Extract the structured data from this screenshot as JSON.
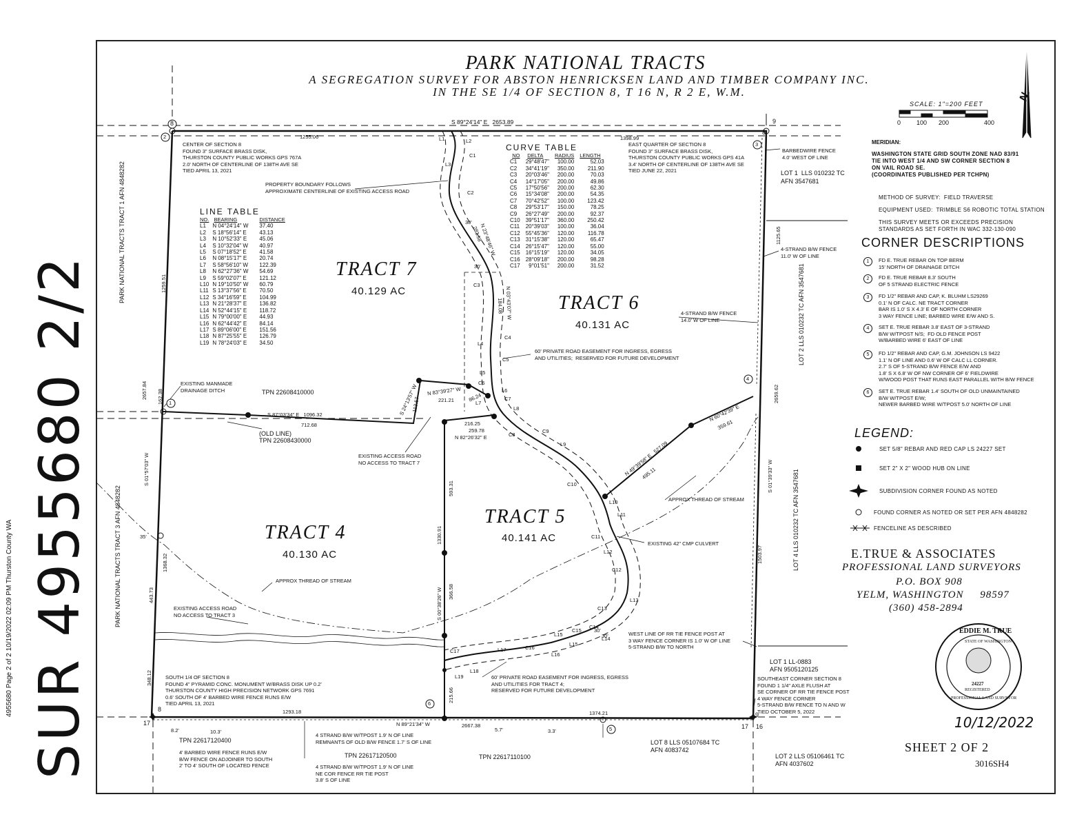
{
  "recording_stamp": "4955680  Page 2 of 2 10/19/2022 02:09 PM Thurston County WA",
  "handwritten_ref": "SUR 4955680 2/2",
  "header": {
    "title": "PARK NATIONAL TRACTS",
    "subtitle1": "A SEGREGATION SURVEY FOR ABSTON HENRICKSEN LAND AND TIMBER COMPANY INC.",
    "subtitle2": "IN THE SE 1/4 OF SECTION 8, T 16 N, R 2 E, W.M."
  },
  "scale": {
    "label": "SCALE: 1\"=200 FEET",
    "ticks": [
      "0",
      "100",
      "200",
      "400"
    ],
    "north_label": "N."
  },
  "meridian": {
    "heading": "MERIDIAN:",
    "text": "WASHINGTON STATE GRID SOUTH ZONE NAD 83/91\nTIE INTO WEST 1/4 AND SW CORNER SECTION 8\nON VAIL ROAD SE.\n(COORDINATES PUBLISHED PER TCHPN)"
  },
  "survey_info": {
    "method": "METHOD OF SURVEY:  FIELD TRAVERSE",
    "equipment": "EQUIPMENT USED:  TRIMBLE S6 ROBOTIC TOTAL STATION",
    "standard": "THIS SURVEY MEETS OR EXCEEDS PRECISION\nSTANDARDS AS SET FORTH IN WAC 332-130-090"
  },
  "corner_descriptions": {
    "title": "CORNER DESCRIPTIONS",
    "items": [
      {
        "num": "1",
        "text": "FD E. TRUE REBAR ON TOP BERM\n15' NORTH OF DRAINAGE DITCH"
      },
      {
        "num": "2",
        "text": "FD E. TRUE REBAR 8.3' SOUTH\nOF 5 STRAND ELECTRIC FENCE"
      },
      {
        "num": "3",
        "text": "FD 1/2\" REBAR AND CAP, K. BLUHM LS29269\n0.1' N OF CALC. NE TRACT CORNER\nBAR IS 1.0' S X 4.3' E OF NORTH CORNER\n3 WAY FENCE LINE; BARBED WIRE E/W AND S."
      },
      {
        "num": "4",
        "text": "SET E. TRUE REBAR 3.8' EAST OF 3-STRAND\nB/W W/TPOST N/S;  FD OLD FENCE POST\nW/BARBED WIRE 6' EAST OF LINE"
      },
      {
        "num": "5",
        "text": "FD 1/2\" REBAR AND CAP, G.M. JOHNSON LS 9422\n1.1' N OF LINE AND 0.6' W OF CALC LL CORNER.\n2.7' S OF 5-STRAND B/W FENCE E/W AND\n1.8' S X 6.8' W OF NW CORNER OF 6' FIELDWIRE\nW/WOOD POST THAT RUNS EAST PARALLEL WITH B/W FENCE"
      },
      {
        "num": "6",
        "text": "SET E. TRUE REBAR 1.4' SOUTH OF OLD UNMAINTAINED\nB/W W/TPOST E/W;\nNEWER BARBED WIRE W/TPOST 5.0' NORTH OF LINE"
      }
    ]
  },
  "legend": {
    "title": "LEGEND:",
    "items": [
      "SET 5/8\" REBAR AND RED CAP LS 24227 SET",
      "SET 2\" X 2\" WOOD HUB ON LINE",
      "SUBDIVISION CORNER FOUND AS NOTED",
      "FOUND CORNER AS NOTED OR SET PER AFN 4848282",
      "FENCELINE AS DESCRIBED"
    ]
  },
  "company": {
    "name": "E.TRUE & ASSOCIATES",
    "line1": "PROFESSIONAL LAND SURVEYORS",
    "line2": "P.O. BOX 908",
    "line3": "YELM, WASHINGTON     98597",
    "line4": "(360) 458-2894"
  },
  "seal": {
    "name": "EDDIE M. TRUE",
    "state": "STATE OF WASHINGTON",
    "number": "24227",
    "registered": "REGISTERED",
    "profession": "PROFESSIONAL LAND SURVEYOR",
    "date": "10/12/2022"
  },
  "sheet": {
    "label": "SHEET 2 OF 2",
    "code": "3016SH4"
  },
  "tracts": [
    {
      "name": "TRACT 7",
      "area": "40.129 AC"
    },
    {
      "name": "TRACT 6",
      "area": "40.131 AC"
    },
    {
      "name": "TRACT 5",
      "area": "40.141 AC"
    },
    {
      "name": "TRACT 4",
      "area": "40.130 AC"
    }
  ],
  "line_table": {
    "title": "LINE TABLE",
    "headers": [
      "NO.",
      "BEARING",
      "DISTANCE"
    ],
    "rows": [
      [
        "L1",
        "N 04°24'14\" W",
        "37.40"
      ],
      [
        "L2",
        "S 18°56'14\" E",
        "43.13"
      ],
      [
        "L3",
        "N 10°52'33\" E",
        "45.06"
      ],
      [
        "L4",
        "S 10°32'04\" W",
        "40.97"
      ],
      [
        "L5",
        "S 07°18'52\" E",
        "41.58"
      ],
      [
        "L6",
        "N 08°15'17\" E",
        "20.74"
      ],
      [
        "L7",
        "S 58°56'10\" W",
        "122.39"
      ],
      [
        "L8",
        "N 62°27'36\" W",
        "54.69"
      ],
      [
        "L9",
        "S 59°02'07\" E",
        "121.12"
      ],
      [
        "L10",
        "N 19°10'50\" W",
        "60.79"
      ],
      [
        "L11",
        "S 13°37'56\" E",
        "70.50"
      ],
      [
        "L12",
        "S 34°16'59\" E",
        "104.99"
      ],
      [
        "L13",
        "N 21°28'37\" E",
        "136.82"
      ],
      [
        "L14",
        "N 52°44'15\" E",
        "118.72"
      ],
      [
        "L15",
        "N 79°00'00\" E",
        "44.93"
      ],
      [
        "L16",
        "N 62°44'42\" E",
        "84.14"
      ],
      [
        "L17",
        "S 89°06'00\" E",
        "151.56"
      ],
      [
        "L18",
        "N 87°25'55\" E",
        "126.79"
      ],
      [
        "L19",
        "N 78°24'03\" E",
        "34.50"
      ]
    ]
  },
  "curve_table": {
    "title": "CURVE TABLE",
    "headers": [
      "NO",
      "DELTA",
      "RADIUS",
      "LENGTH"
    ],
    "rows": [
      [
        "C1",
        "29°48'47\"",
        "100.00",
        "52.03"
      ],
      [
        "C2",
        "34°41'19\"",
        "350.00",
        "211.90"
      ],
      [
        "C3",
        "20°03'46\"",
        "200.00",
        "70.03"
      ],
      [
        "C4",
        "14°17'05\"",
        "200.00",
        "49.86"
      ],
      [
        "C5",
        "17°50'56\"",
        "200.00",
        "62.30"
      ],
      [
        "C6",
        "15°34'08\"",
        "200.00",
        "54.35"
      ],
      [
        "C7",
        "70°42'52\"",
        "100.00",
        "123.42"
      ],
      [
        "C8",
        "29°53'17\"",
        "150.00",
        "78.25"
      ],
      [
        "C9",
        "26°27'49\"",
        "200.00",
        "92.37"
      ],
      [
        "C10",
        "39°51'17\"",
        "360.00",
        "250.42"
      ],
      [
        "C11",
        "20°39'03\"",
        "100.00",
        "36.04"
      ],
      [
        "C12",
        "55°45'36\"",
        "120.00",
        "116.78"
      ],
      [
        "C13",
        "31°15'38\"",
        "120.00",
        "65.47"
      ],
      [
        "C14",
        "26°15'47\"",
        "120.00",
        "55.00"
      ],
      [
        "C15",
        "16°15'19\"",
        "120.00",
        "34.05"
      ],
      [
        "C16",
        "28°09'18\"",
        "200.00",
        "98.28"
      ],
      [
        "C17",
        "9°01'51\"",
        "200.00",
        "31.52"
      ]
    ]
  },
  "notes": {
    "center_sec": "CENTER OF SECTION 8\nFOUND 3\" SURFACE BRASS DISK,\nTHURSTON COUNTY PUBLIC WORKS GPS 767A\n2.0' NORTH OF CENTERLINE OF 138TH AVE SE\nTIED APRIL 13, 2021",
    "east_quarter": "EAST QUARTER OF SECTION 8\nFOUND 3\" SURFACE BRASS DISK,\nTHURSTON COUNTY PUBLIC WORKS GPS 41A\n3.4' NORTH OF CENTERLINE OF 138TH AVE SE\nTIED JUNE 22, 2021",
    "property_boundary": "PROPERTY BOUNDARY FOLLOWS\nAPPROXIMATE CENTERLINE OF EXISTING ACCESS ROAD",
    "barbed_fence": "BARBEDWIRE FENCE\n4.0' WEST OF LINE",
    "fence_11": "4-STRAND B/W FENCE\n11.0' W OF LINE",
    "fence_14": "4-STRAND B/W FENCE\n14.0' W OF LINE",
    "easement_north": "60' PRIVATE ROAD EASEMENT FOR INGRESS, EGRESS\nAND UTILITIES;  RESERVED FOR FUTURE DEVELOPMENT",
    "drainage": "EXISTING MANMADE\nDRAINAGE DITCH",
    "tpn1": "TPN 22608410000",
    "old_line": "(OLD LINE)",
    "tpn2": "TPN 22608430000",
    "access_no7": "EXISTING ACCESS ROAD\nNO ACCESS TO TRACT 7",
    "stream_east": "APPROX THREAD OF STREAM",
    "culvert": "EXISTING 42\" CMP CULVERT",
    "stream_west": "APPROX THREAD OF STREAM",
    "access_no3": "EXISTING ACCESS ROAD\nNO ACCESS TO TRACT 3",
    "south_quarter": "SOUTH 1/4 OF SECTION 8\nFOUND 4\" PYRAMID CONC. MONUMENT W/BRASS DISK UP 0.2'\nTHURSTON COUNTY HIGH PRECISION NETWORK GPS 7691\n0.6' SOUTH OF 4' BARBED WIRE FENCE RUNS E/W\nTIED APRIL 13, 2021",
    "easement_south": "60' PRIVATE ROAD EASEMENT FOR INGRESS, EGRESS\nAND UTILITIES FOR TRACT 4;\nRESERVED FOR FUTURE DEVELOPMENT",
    "rr_tie": "WEST LINE OF RR TIE FENCE POST AT\n3 WAY FENCE CORNER IS 1.0' W OF LINE\n5-STRAND B/W TO NORTH",
    "lot1_ll": "LOT 1 LL-0883\nAFN 9505120125",
    "se_corner": "SOUTHEAST CORNER SECTION 8\nFOUND 1 1/4\" AXLE FLUSH AT\nSE CORNER OF RR TIE FENCE POST\n4 WAY FENCE CORNER\n5-STRAND B/W FENCE TO N AND W\nTIED OCTOBER 5, 2022",
    "lot1_lls": "LOT 1  LLS 010232 TC\nAFN 3547681",
    "tpn_sw": "TPN 22617120400",
    "fence_sw": "4' BARBED WIRE FENCE RUNS E/W\nB/W FENCE ON ADJOINER TO SOUTH\n2' TO 4' SOUTH OF LOCATED FENCE",
    "fence_mid": "4 STRAND B/W W/TPOST 1.9' N OF LINE\nREMNANTS OF OLD B/W FENCE 1.7' S OF LINE",
    "tpn_s2": "TPN 22617120500",
    "fence_mid2": "4 STRAND B/W W/TPOST 1.9' N OF LINE\nNE COR FENCE RR TIE POST\n3.8' S OF LINE",
    "tpn_s3": "TPN 22617110100",
    "lot8": "LOT 8 LLS 05107684 TC\nAFN 4083742",
    "lot2_s": "LOT 2 LLS 05106461 TC\nAFN 4037602",
    "park_t1": "PARK NATIONAL TRACTS\nTRACT 1\nAFN 4848282",
    "park_t3": "PARK NATIONAL TRACTS\nTRACT 3\nAFN 4848282",
    "lot2_e": "LOT 2  LLS 010232 TC\nAFN 3547681",
    "lot4_e": "LOT 4  LLS 010232 TC\nAFN 3547681"
  },
  "dims": {
    "north_line": "S 89°24'14\" E   2653.89",
    "d1255": "1255.06",
    "d1398": "1398.99",
    "d1259": "1259.51",
    "d2657": "2657.84",
    "d162": "162.38",
    "d1368": "1368.32",
    "d443": "443.73",
    "d348": "348.12",
    "west_brg": "S 01°57'03\" W",
    "d35": "35'",
    "d1096": "S 87°03'34\" E   1096.32",
    "d712": "712.68",
    "d113": "113.57",
    "brg_24": "S 24°13'57\" W",
    "brg_83": "N 83°39'27\" W",
    "d221": "221.21",
    "d86": "86.24",
    "d216": "216.25",
    "d259": "259.78",
    "brg_82": "N 82°26'32\" E",
    "d593": "593.31",
    "d1330": "1330.91",
    "d366": "366.58",
    "d215": "215.66",
    "brg_s00": "S 00°38'26\" W",
    "brg_23": "N 23°48'46\" W",
    "d283": "283.58",
    "brg_03": "N 03°43'07\" W",
    "d184": "184.08",
    "brg_49": "N 49°39'58\" E   527.09",
    "d495": "495.11",
    "brg_60": "N 60°42'39\" E",
    "d359": "359.61",
    "d1125": "1125.65",
    "d2659": "2659.62",
    "east_brg": "S 01°39'33\" W",
    "d1503": "1503.97",
    "south_brg": "N 89°21'34\" W",
    "d2667": "2667.38",
    "d1293": "1293.18",
    "d1374": "1374.21",
    "d82": "8.2'",
    "d103": "10.3'",
    "d57": "5.7'",
    "d33": "3.3'",
    "d30a": "30'",
    "d30b": "30'",
    "d30c": "30'",
    "d30d": "30'",
    "sec8": "8",
    "sec9": "9",
    "sec9b": "9",
    "sec8b": "8",
    "sec8c": "8",
    "sec17": "17",
    "sec17b": "17",
    "sec16": "16"
  },
  "road_labels": {
    "L1": "L1",
    "L2": "L2",
    "L3": "L3",
    "L4": "L4",
    "L5": "L5",
    "L6": "L6",
    "L7": "L7",
    "L8": "L8",
    "L9": "L9",
    "L10": "L10",
    "L11": "L11",
    "L12": "L12",
    "L13": "L13",
    "L14": "L14",
    "L15": "L15",
    "L16": "L16",
    "L17": "L17",
    "L18": "L18",
    "L19": "L19",
    "C1": "C1",
    "C2": "C2",
    "C3": "C3",
    "C4": "C4",
    "C5": "C5",
    "C6": "C6",
    "C7": "C7",
    "C8": "C8",
    "C9": "C9",
    "C10": "C10",
    "C11": "C11",
    "C12": "C12",
    "C13": "C13",
    "C14": "C14",
    "C15": "C15",
    "C16": "C16",
    "C17": "C17"
  },
  "markers": {
    "m1": "1",
    "m2": "2",
    "m3": "3",
    "m4": "4",
    "m5": "5",
    "m6": "6"
  }
}
